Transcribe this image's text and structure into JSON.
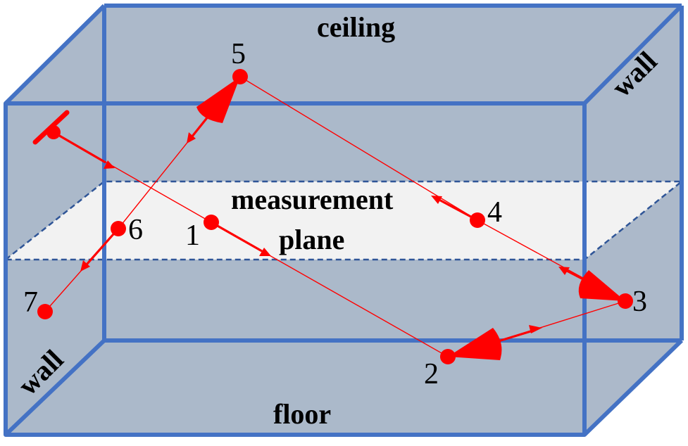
{
  "labels": {
    "ceiling": "ceiling",
    "floor": "floor",
    "wall_left": "wall",
    "wall_right": "wall",
    "measurement_line1": "measurement",
    "measurement_line2": "plane"
  },
  "points": [
    "1",
    "2",
    "3",
    "4",
    "5",
    "6",
    "7"
  ],
  "colors": {
    "box_edge": "#4472c4",
    "box_fill": "#acb9ca",
    "plane_fill": "#f2f2f2",
    "plane_edge": "#2f5597",
    "ray": "#ff0000"
  }
}
